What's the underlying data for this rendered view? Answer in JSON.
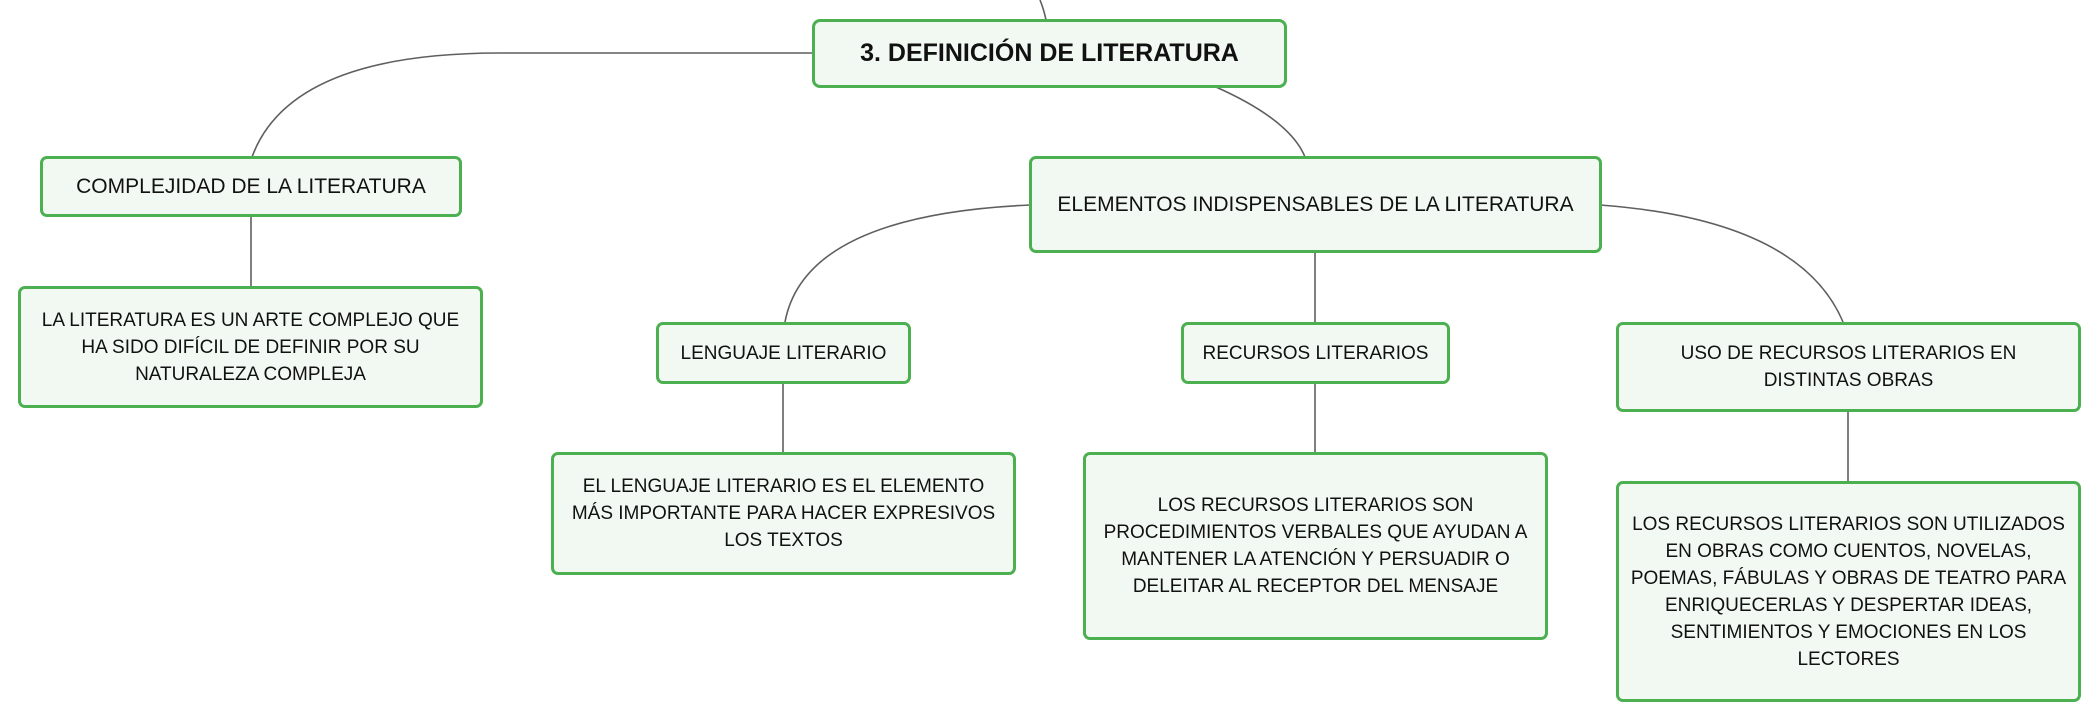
{
  "theme": {
    "node_border": "#4caf50",
    "node_fill": "#f2f9f3",
    "connector": "#5f5f5f"
  },
  "map": {
    "root": "3. DEFINICIÓN DE LITERATURA",
    "complejidad": {
      "title": "COMPLEJIDAD DE LA LITERATURA",
      "detail": "LA LITERATURA ES UN ARTE COMPLEJO QUE HA SIDO DIFÍCIL DE DEFINIR POR SU NATURALEZA COMPLEJA"
    },
    "elementos": {
      "title": "ELEMENTOS INDISPENSABLES DE LA LITERATURA",
      "lenguaje": {
        "title": "LENGUAJE LITERARIO",
        "detail": "EL LENGUAJE LITERARIO ES EL ELEMENTO MÁS IMPORTANTE PARA HACER EXPRESIVOS LOS TEXTOS"
      },
      "recursos": {
        "title": "RECURSOS LITERARIOS",
        "detail": "LOS RECURSOS LITERARIOS SON PROCEDIMIENTOS VERBALES QUE AYUDAN A MANTENER LA ATENCIÓN Y PERSUADIR O DELEITAR AL RECEPTOR DEL MENSAJE"
      },
      "uso": {
        "title": "USO DE RECURSOS LITERARIOS EN DISTINTAS OBRAS",
        "detail": "LOS RECURSOS LITERARIOS SON UTILIZADOS EN OBRAS COMO CUENTOS, NOVELAS, POEMAS, FÁBULAS Y OBRAS DE TEATRO PARA ENRIQUECERLAS Y DESPERTAR IDEAS, SENTIMIENTOS Y EMOCIONES EN LOS LECTORES"
      }
    }
  }
}
